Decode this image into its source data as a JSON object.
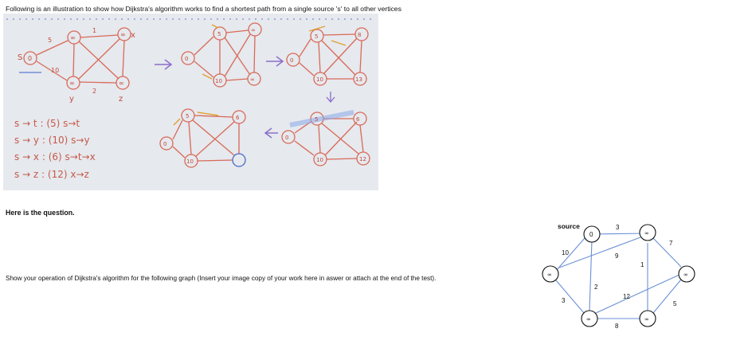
{
  "intro_text": "Following is an illustration to show how Dijkstra's algorithm works to find a shortest path from a single source 's' to all other vertices",
  "whiteboard": {
    "notes": [
      "s → t : (5)  s→t",
      "s → y : (10)  s→y",
      "s → x : (6)  s→t→x",
      "s → z : (12)      x→z"
    ]
  },
  "here_label": "Here is the question.",
  "task_text": "Show your operation of Dijkstra's algorithm for the following graph (Insert your image copy of your work here in aswer or attach at the end of the test).",
  "graph": {
    "source_label": "source",
    "source_value": "0",
    "inf_value": "∞",
    "edge_weights": {
      "top": "3",
      "upper_left": "10",
      "diag_9": "9",
      "mid_1": "1",
      "right_7": "7",
      "mid_2": "2",
      "lower_left": "3",
      "diag_12": "12",
      "right_5": "5",
      "bottom": "8"
    }
  }
}
